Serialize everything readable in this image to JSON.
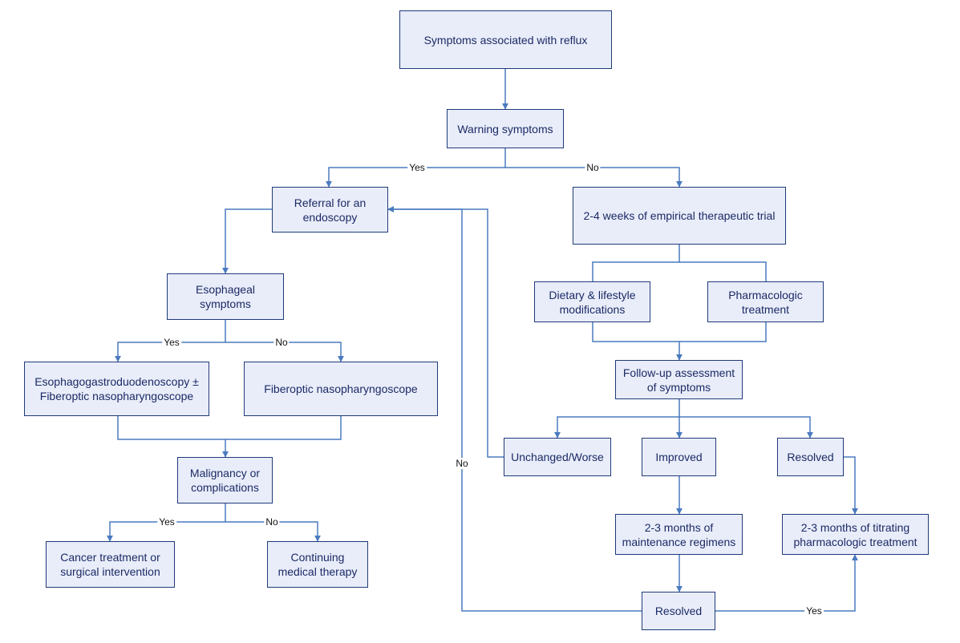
{
  "diagram": {
    "nodes": {
      "symptoms_reflux": "Symptoms associated with reflux",
      "warning_symptoms": "Warning symptoms",
      "referral_endoscopy": "Referral for an endoscopy",
      "empirical_trial": "2-4 weeks of empirical therapeutic trial",
      "esophageal_symptoms": "Esophageal symptoms",
      "egd": "Esophagogastroduodenoscopy ± Fiberoptic nasopharyngoscope",
      "fiberoptic": "Fiberoptic nasopharyngoscope",
      "malignancy": "Malignancy or complications",
      "cancer_treatment": "Cancer treatment or surgical intervention",
      "continuing_therapy": "Continuing medical therapy",
      "dietary": "Dietary & lifestyle modifications",
      "pharmacologic": "Pharmacologic treatment",
      "followup": "Follow-up assessment of symptoms",
      "unchanged": "Unchanged/Worse",
      "improved": "Improved",
      "resolved_right": "Resolved",
      "maintenance": "2-3 months of maintenance regimens",
      "titrating": "2-3 months of titrating pharmacologic treatment",
      "resolved_bottom": "Resolved"
    },
    "edge_labels": {
      "warning_yes": "Yes",
      "warning_no": "No",
      "esophageal_yes": "Yes",
      "esophageal_no": "No",
      "malignancy_yes": "Yes",
      "malignancy_no": "No",
      "resolved_no": "No",
      "resolved_yes": "Yes"
    },
    "colors": {
      "box_fill": "#e9edf9",
      "box_border": "#1f3a7a",
      "box_text": "#1b2a66",
      "connector": "#4a7bbf"
    }
  }
}
